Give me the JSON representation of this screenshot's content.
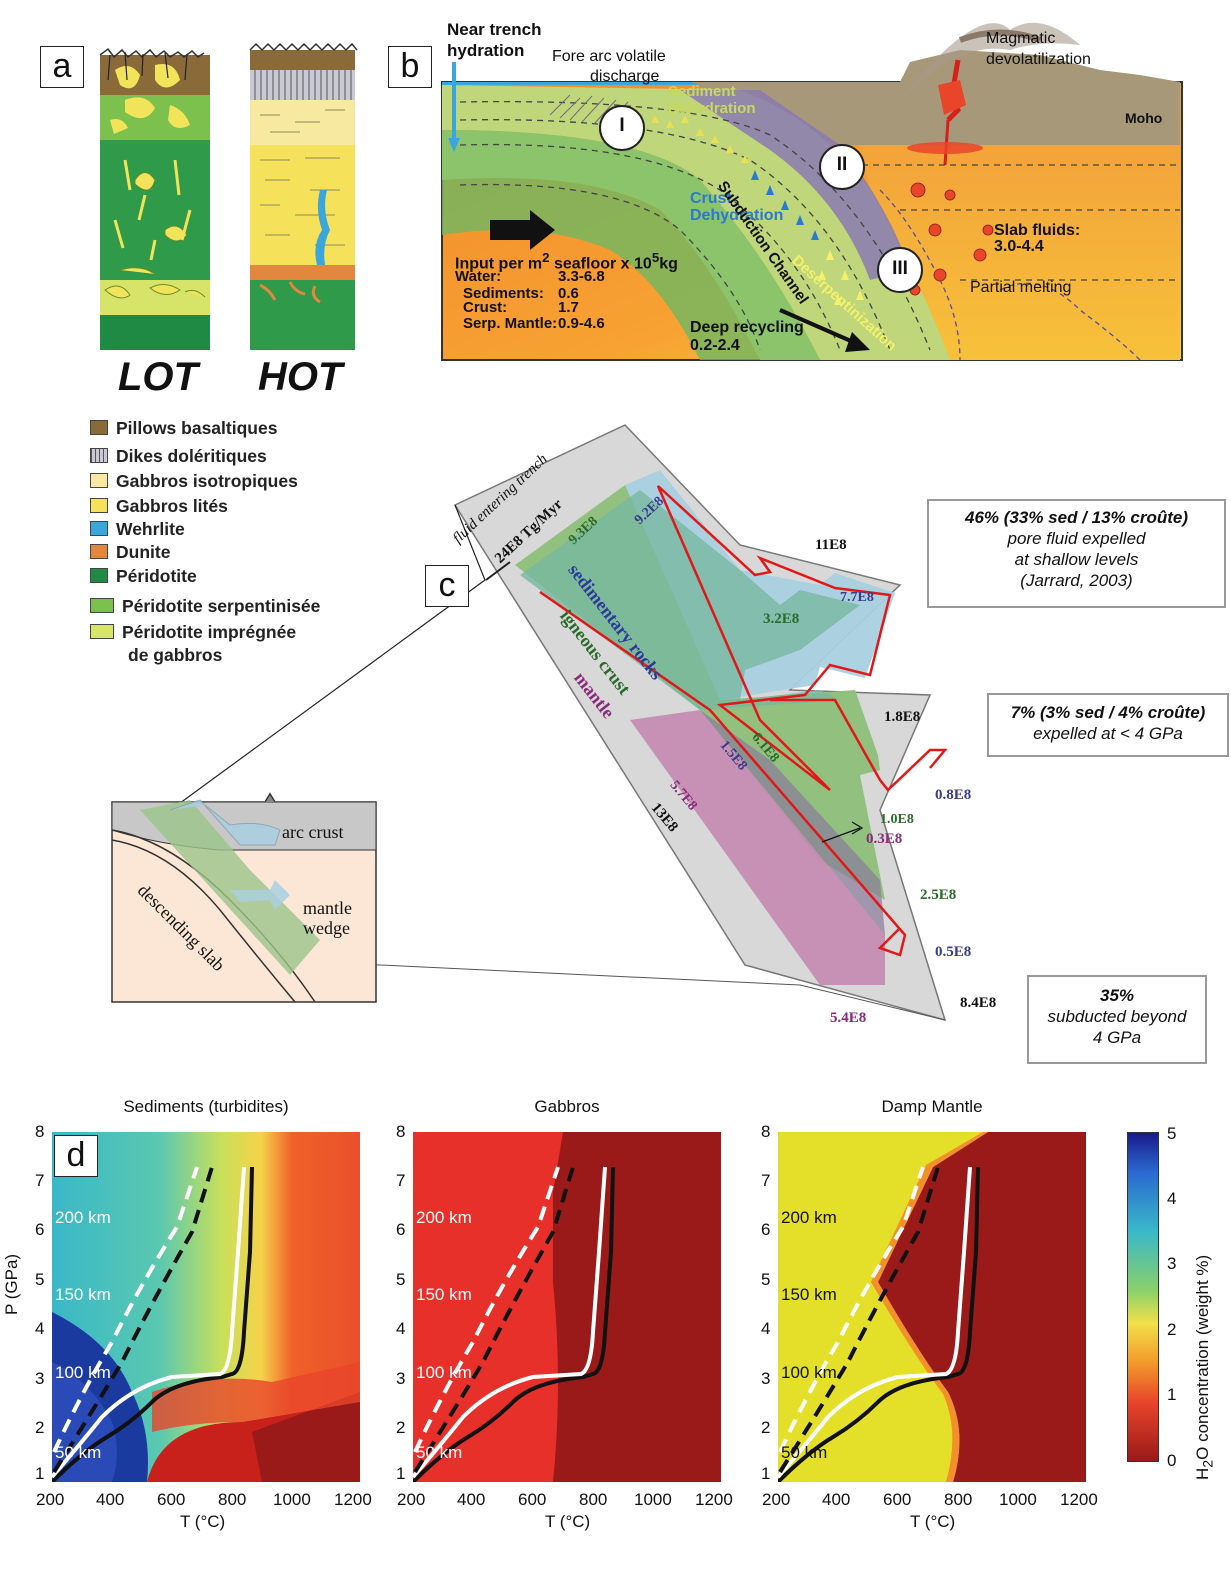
{
  "panel_a": {
    "letter": "a",
    "col_labels": [
      "LOT",
      "HOT"
    ],
    "legend": [
      {
        "label": "Pillows basaltiques",
        "color": "#8b6a3a"
      },
      {
        "label": "Dikes doléritiques",
        "color": "#a9a9b5"
      },
      {
        "label": "Gabbros isotropiques",
        "color": "#f7eaa0"
      },
      {
        "label": "Gabbros lités",
        "color": "#f6e15a"
      },
      {
        "label": "Wehrlite",
        "color": "#3aa6dc"
      },
      {
        "label": "Dunite",
        "color": "#e2873e"
      },
      {
        "label": "Péridotite",
        "color": "#1f8a43"
      },
      {
        "label": "Péridotite serpentinisée",
        "color": "#7cc04e"
      },
      {
        "label": "Péridotite imprégnée",
        "label2": "de gabbros",
        "color": "#d6e56a"
      }
    ]
  },
  "panel_b": {
    "letter": "b",
    "near_trench": "Near trench",
    "hydration": "hydration",
    "fore_arc_1": "Fore arc volatile",
    "fore_arc_2": "discharge",
    "magmatic_1": "Magmatic",
    "magmatic_2": "devolatilization",
    "moho": "Moho",
    "sed_dehyd_1": "Sediment",
    "sed_dehyd_2": "Dehydration",
    "crust_dehyd_1": "Crust",
    "crust_dehyd_2": "Dehydration",
    "channel": "Subduction Channel",
    "deserp": "Deserpentinization",
    "zones": [
      "I",
      "II",
      "III"
    ],
    "slab_fluids_1": "Slab fluids:",
    "slab_fluids_2": "3.0-4.4",
    "partial_melting": "Partial melting",
    "input_title": "Input per m",
    "input_sup1": "2",
    "input_mid": " seafloor x 10",
    "input_sup2": "5",
    "input_unit": "kg",
    "water_label": "Water:",
    "water_value": "3.3-6.8",
    "sed_label": "Sediments:",
    "sed_value": "0.6",
    "crust_label": "Crust:",
    "crust_value": "1.7",
    "serp_label": "Serp. Mantle:",
    "serp_value": "0.9-4.6",
    "deep_1": "Deep recycling",
    "deep_2": "0.2-2.4"
  },
  "panel_c": {
    "letter": "c",
    "fluid_entering": "fluid entering trench",
    "total_input": "24E8 Tg/Myr",
    "sed_rocks": "sedimentary rocks",
    "igneous": "igneous crust",
    "mantle": "mantle",
    "v_92": "9.2E8",
    "v_93": "9.3E8",
    "v_11": "11E8",
    "v_77": "7.7E8",
    "v_32": "3.2E8",
    "v_18": "1.8E8",
    "v_61": "6.1E8",
    "v_15": "1.5E8",
    "v_08": "0.8E8",
    "v_10": "1.0E8",
    "v_03": "0.3E8",
    "v_57": "5.7E8",
    "v_13": "13E8",
    "v_25": "2.5E8",
    "v_05": "0.5E8",
    "v_84": "8.4E8",
    "v_54": "5.4E8",
    "note1_title": "46% (33% sed / 13% croûte)",
    "note1_l1": "pore fluid expelled",
    "note1_l2": "at shallow levels",
    "note1_l3": "(Jarrard, 2003)",
    "note2_title": "7% (3% sed / 4% croûte)",
    "note2_l1": "expelled at < 4 GPa",
    "note3_title": "35%",
    "note3_l1": "subducted beyond",
    "note3_l2": "4 GPa",
    "inset_arc": "arc crust",
    "inset_mantle_1": "mantle",
    "inset_mantle_2": "wedge",
    "inset_slab": "descending slab"
  },
  "panel_d": {
    "letter": "d",
    "titles": [
      "Sediments (turbidites)",
      "Gabbros",
      "Damp Mantle"
    ],
    "xlabel": "T (°C)",
    "ylabel": "P (GPa)",
    "xticks": [
      "200",
      "400",
      "600",
      "800",
      "1000",
      "1200"
    ],
    "yticks": [
      "1",
      "2",
      "3",
      "4",
      "5",
      "6",
      "7",
      "8"
    ],
    "depths": [
      "200 km",
      "150 km",
      "100 km",
      "50 km"
    ],
    "colorbar_label": "H",
    "colorbar_sub": "2",
    "colorbar_label_rest": "O concentration (weight %)",
    "colorbar_ticks": [
      "5",
      "4",
      "3",
      "2",
      "1",
      "0"
    ]
  }
}
